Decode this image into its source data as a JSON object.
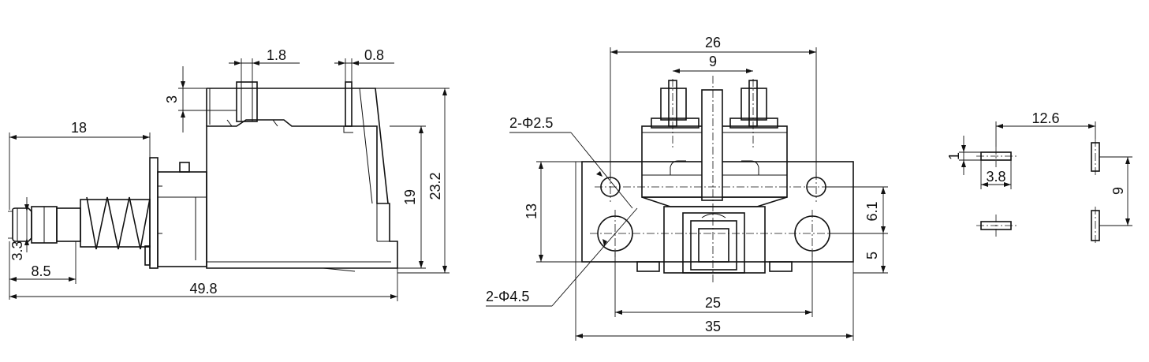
{
  "side_view": {
    "dims": {
      "d_18": "18",
      "d_1_8": "1.8",
      "d_0_8": "0.8",
      "d_3": "3",
      "d_19": "19",
      "d_23_2": "23.2",
      "d_3_3": "3.3",
      "d_8_5": "8.5",
      "d_49_8": "49.8"
    }
  },
  "front_view": {
    "dims": {
      "d_26": "26",
      "d_9": "9",
      "d_13": "13",
      "d_6_1": "6.1",
      "d_5": "5",
      "d_25": "25",
      "d_35": "35"
    },
    "callouts": {
      "small_holes": "2-Φ2.5",
      "large_holes": "2-Φ4.5"
    }
  },
  "pin_layout": {
    "dims": {
      "d_12_6": "12.6",
      "d_1": "1",
      "d_3_8": "3.8",
      "d_9": "9"
    }
  }
}
